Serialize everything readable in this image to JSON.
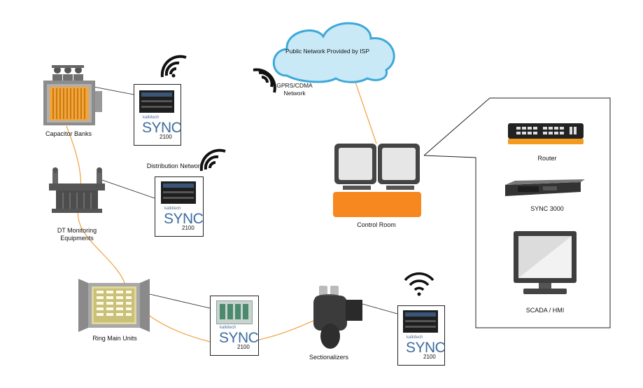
{
  "cloud": {
    "label": "Public Network Provided by ISP"
  },
  "network_label": "GPRS/CDMA\nNetwork",
  "nodes": {
    "capacitor_banks": "Capacitor Banks",
    "distribution_network": "Distribution Network",
    "dt_monitoring": "DT Monitoring\nEquipments",
    "ring_main_units": "Ring Main Units",
    "sectionalizers": "Sectionalizers",
    "control_room": "Control Room"
  },
  "devices": {
    "brand": "kalkitech",
    "product": "SYNC",
    "model": "2100"
  },
  "panel": {
    "router": "Router",
    "sync3000": "SYNC 3000",
    "scada": "SCADA / HMI"
  },
  "colors": {
    "link_line": "#f0a040",
    "control_room_desk": "#f7881f",
    "router_stripe": "#f29b1e",
    "sync_text": "#3d6c9f"
  }
}
